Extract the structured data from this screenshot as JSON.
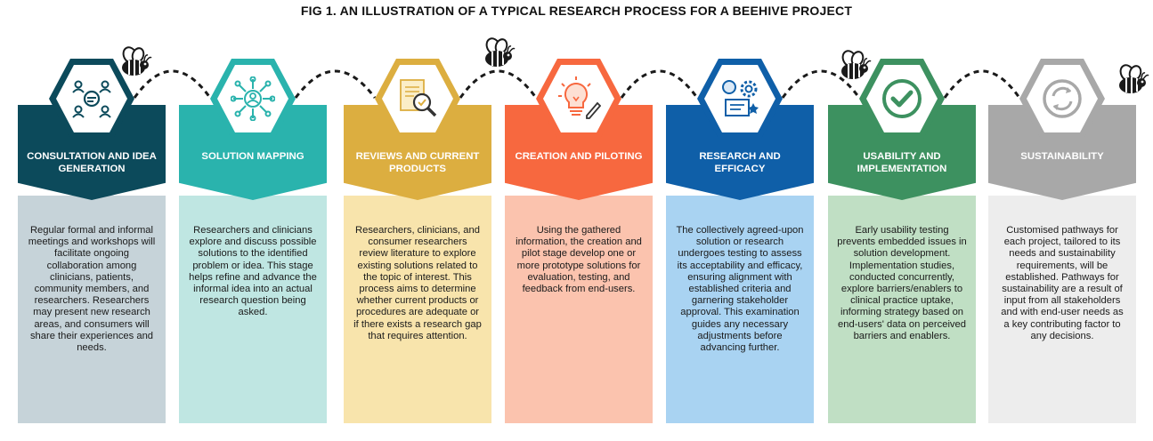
{
  "title": "FIG 1. AN ILLUSTRATION OF A TYPICAL RESEARCH PROCESS FOR A BEEHIVE PROJECT",
  "colors": {
    "connector": "#1a1a1a",
    "bee_body": "#1a1a1a",
    "bee_stripe": "#ffffff"
  },
  "steps": [
    {
      "title": "CONSULTATION AND IDEA GENERATION",
      "icon": "people-discussion-icon",
      "header_color": "#0c4a5b",
      "body_color": "#c6d3d9",
      "text": "Regular formal and informal meetings and workshops will facilitate ongoing collaboration among clinicians, patients, community members, and researchers. Researchers may present new research areas, and consumers will share their experiences and needs."
    },
    {
      "title": "SOLUTION MAPPING",
      "icon": "network-person-icon",
      "header_color": "#2ab3ad",
      "body_color": "#bfe6e2",
      "text": "Researchers and clinicians explore and discuss possible solutions to the identified problem or idea. This stage helps refine and advance the informal idea into an actual research question being asked."
    },
    {
      "title": "REVIEWS AND CURRENT PRODUCTS",
      "icon": "document-magnifier-icon",
      "header_color": "#dcae40",
      "body_color": "#f8e4ac",
      "text": "Researchers, clinicians, and consumer researchers review literature to explore existing solutions related to the topic of interest. This process aims to determine whether current products or procedures are adequate or if there exists a research gap that requires attention."
    },
    {
      "title": "CREATION AND PILOTING",
      "icon": "lightbulb-pencil-icon",
      "header_color": "#f7683f",
      "body_color": "#fbc3ae",
      "text": "Using the gathered information, the creation and pilot stage develop one or more prototype solutions for evaluation, testing, and feedback from end-users."
    },
    {
      "title": "RESEARCH AND EFFICACY",
      "icon": "lab-gear-icon",
      "header_color": "#0f5fa8",
      "body_color": "#a9d3f2",
      "text": "The collectively agreed-upon solution or research undergoes testing to assess its acceptability and efficacy, ensuring alignment with established criteria and garnering stakeholder approval. This examination guides any necessary adjustments before advancing further."
    },
    {
      "title": "USABILITY AND IMPLEMENTATION",
      "icon": "checkmark-circle-icon",
      "header_color": "#3d9160",
      "body_color": "#c0dfc4",
      "text": "Early usability testing prevents embedded issues in solution development. Implementation studies, conducted concurrently, explore barriers/enablers to clinical practice uptake, informing strategy based on end-users' data on perceived barriers and enablers."
    },
    {
      "title": "SUSTAINABILITY",
      "icon": "recycle-cycle-icon",
      "header_color": "#a8a8a8",
      "body_color": "#ededed",
      "text": "Customised pathways for each project, tailored to its needs and sustainability requirements, will be established. Pathways for sustainability are a result of input from all stakeholders and with end-user needs as a key contributing factor to any decisions."
    }
  ]
}
